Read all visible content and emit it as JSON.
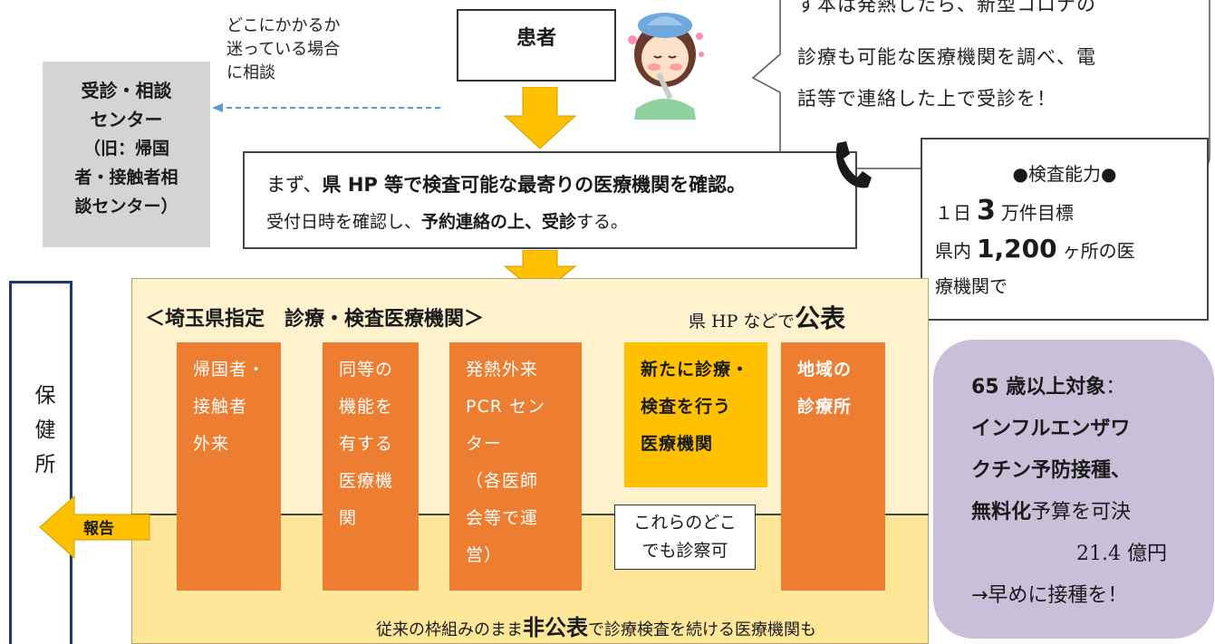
{
  "consult_center": {
    "lines": [
      "受診・相談",
      "センター",
      "（旧：帰国",
      "者・接触者相",
      "談センター）"
    ]
  },
  "consult_note": [
    "どこにかかるか",
    "迷っている場合",
    "に相談"
  ],
  "patient": {
    "label": "患者"
  },
  "speech": {
    "lines": [
      "ず本は発熱したら、新型コロナの",
      "診療も可能な医療機関を調べ、電",
      "話等で連絡した上で受診を！"
    ]
  },
  "step1": {
    "line1_plain": "まず、",
    "line1_bold": "県 HP 等で検査可能な最寄りの医療機関を確認。",
    "line2_plain_a": "受付日時を確認し、",
    "line2_bold": "予約連絡の上、受診",
    "line2_plain_b": "する。"
  },
  "capacity": {
    "title": "●検査能力●",
    "l2_a": "１日",
    "l2_num": "3",
    "l2_b": "万件目標",
    "l3_a": "県内",
    "l3_num": "1,200",
    "l3_b": "ヶ所の医",
    "l4": "療機関で"
  },
  "frame": {
    "title": "＜埼玉県指定　診療・検査医療機関＞",
    "publish_plain": "県 HP などで",
    "publish_bold": "公表",
    "footer_plain_a": "従来の枠組みのまま",
    "footer_bold": "非公表",
    "footer_plain_b": "で診療検査を続ける医療機関も"
  },
  "columns": [
    [
      "帰国者・",
      "接触者",
      "外来"
    ],
    [
      "同等の",
      "機能を",
      "有する",
      "医療機",
      "関"
    ],
    [
      "発熱外来",
      "PCR セン",
      "ター",
      "（各医師",
      "会等で運",
      "営）"
    ],
    [
      "新たに診療・",
      "検査を行う",
      "医療機関"
    ],
    [
      "地域の",
      "診療所"
    ]
  ],
  "any_note": [
    "これらのどこ",
    "でも診察可"
  ],
  "health_center": [
    "保",
    "健",
    "所"
  ],
  "report_label": "報告",
  "vaccine": {
    "l1_bold": "65 歳以上対象",
    "l1_plain": "：",
    "l2": "インフルエンザワ",
    "l3": "クチン予防接種、",
    "l4_bold": "無料化",
    "l4_plain": "予算を可決",
    "amount": "21.4 億円",
    "l6": "→早めに接種を！"
  },
  "colors": {
    "orange": "#ed7d31",
    "yellow": "#ffc000",
    "frame_top": "#fff2cc",
    "frame_bottom": "#ffe699",
    "lavender": "#c9bfd9",
    "dashed_arrow": "#5b9bd5"
  }
}
